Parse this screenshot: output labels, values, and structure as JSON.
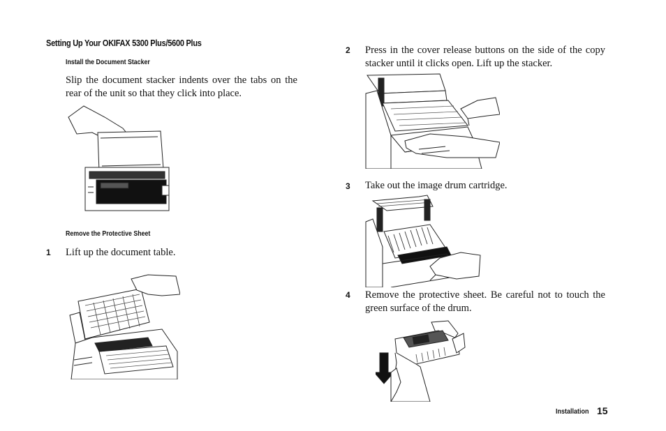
{
  "heading": "Setting Up Your OKIFAX 5300 Plus/5600 Plus",
  "section1": {
    "title": "Install the Document Stacker",
    "text": "Slip the document stacker indents over the tabs on the rear of the unit so that they click into place."
  },
  "section2": {
    "title": "Remove the Protective Sheet"
  },
  "steps": [
    {
      "num": "1",
      "text": "Lift up the document table."
    },
    {
      "num": "2",
      "text": "Press in the cover release buttons on the side of the copy stacker until it clicks open. Lift up the stacker."
    },
    {
      "num": "3",
      "text": "Take out the image drum cartridge."
    },
    {
      "num": "4",
      "text": "Remove the protective sheet. Be careful not to touch the green surface of the drum."
    }
  ],
  "footer": {
    "label": "Installation",
    "page": "15"
  }
}
